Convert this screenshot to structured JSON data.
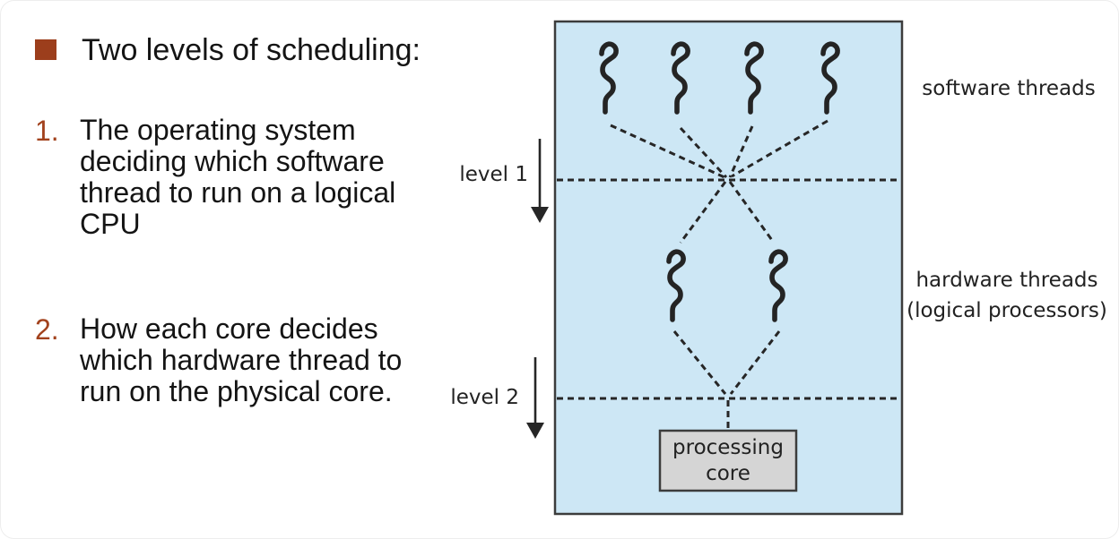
{
  "slide": {
    "heading": "Two levels of scheduling:",
    "items": [
      {
        "number": "1.",
        "text": "The operating system deciding which software thread to run on a logical CPU"
      },
      {
        "number": "2.",
        "text": "How each core decides which hardware thread to run on the physical core."
      }
    ]
  },
  "diagram": {
    "labels": {
      "level1": "level 1",
      "level2": "level 2",
      "software_threads": "software threads",
      "hardware_threads_line1": "hardware threads",
      "hardware_threads_line2": "(logical processors)",
      "processing_core": "processing core"
    },
    "software_thread_count": 4,
    "hardware_thread_count": 2,
    "colors": {
      "panel_fill": "#cde7f5",
      "panel_border": "#3c3c3c",
      "core_box_fill": "#d5d5d5",
      "accent_bullet": "#9c3e1c",
      "accent_number": "#a2421d",
      "line_color": "#262626",
      "text_color": "#141414"
    }
  }
}
